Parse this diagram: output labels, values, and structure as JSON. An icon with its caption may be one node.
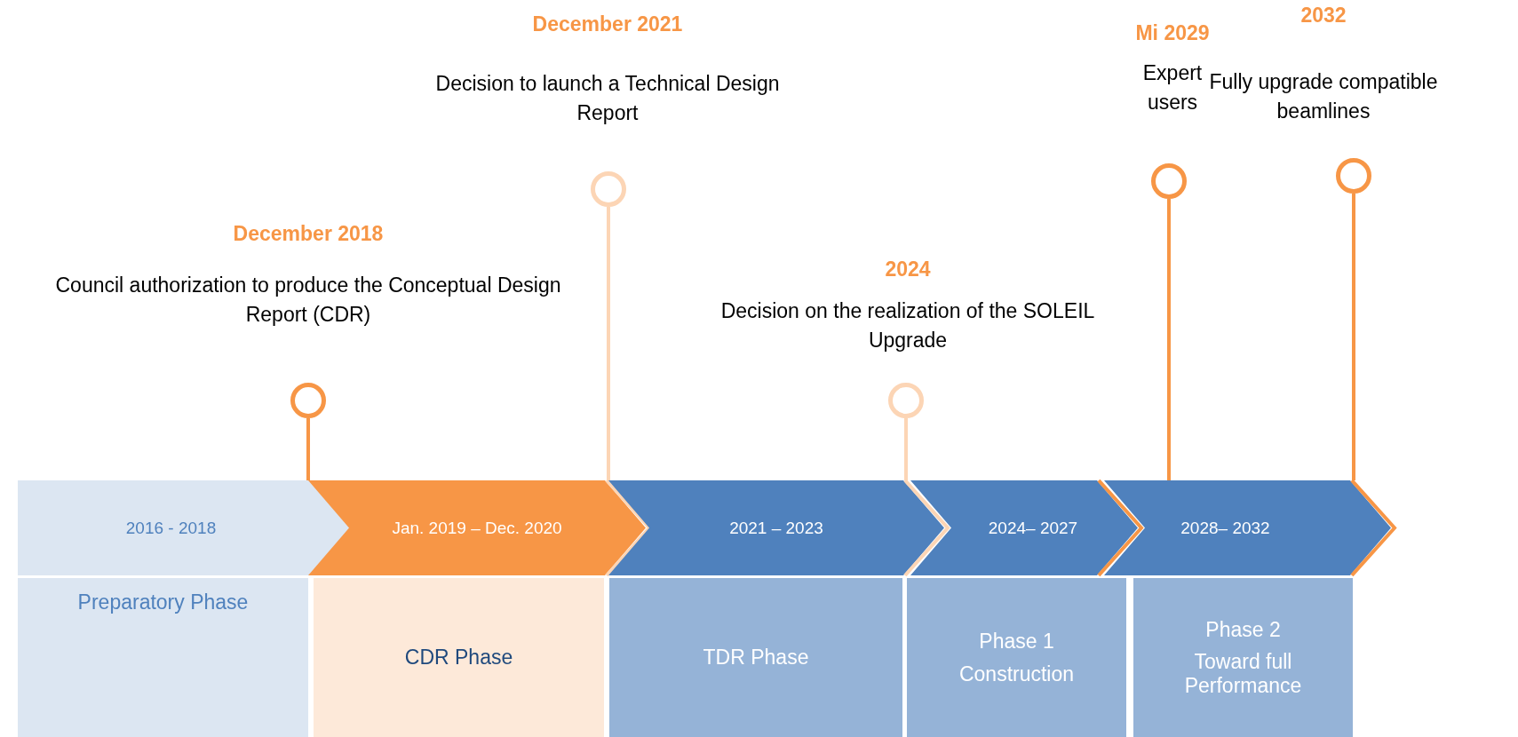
{
  "diagram": {
    "nodes": [
      {
        "text": [
          "2016 - 2018"
        ]
      },
      {
        "text": [
          "Jan. 2019 – Dec. 2020"
        ]
      },
      {
        "text": [
          "2021 – 2023"
        ]
      },
      {
        "text": [
          "2024– 2027"
        ]
      },
      {
        "text": [
          "2028– 2032"
        ]
      },
      {
        "text": [
          "Preparatory Phase"
        ]
      },
      {
        "text": [
          "CDR Phase"
        ]
      },
      {
        "text": [
          "TDR Phase"
        ]
      },
      {
        "text": [
          "Phase 1",
          "Construction"
        ]
      },
      {
        "text": [
          "Phase 2",
          "Toward full Performance"
        ]
      },
      {
        "text": [],
        "shape": "circle",
        "beside": [
          "December 2018",
          "Council authorization to produce the Conceptual Design Report (CDR)"
        ]
      },
      {
        "text": [],
        "shape": "circle",
        "beside": [
          "December 2021",
          "Decision to launch a Technical Design Report"
        ]
      },
      {
        "text": [],
        "shape": "circle",
        "beside": [
          "2024",
          "Decision on the realization of the SOLEIL Upgrade"
        ]
      },
      {
        "text": [],
        "shape": "circle",
        "beside": [
          "Mi 2029",
          "Expert users"
        ]
      },
      {
        "text": [],
        "shape": "circle",
        "beside": [
          "2032",
          "Fully upgrade compatible beamlines"
        ]
      }
    ],
    "edges": [
      {
        "from": 10,
        "to": 1,
        "arrow": "none"
      },
      {
        "from": 11,
        "to": 2,
        "arrow": "none",
        "color": "#fcd5b5"
      },
      {
        "from": 12,
        "to": 3,
        "arrow": "none",
        "color": "#fcd5b5"
      },
      {
        "from": 13,
        "to": 4,
        "arrow": "none"
      },
      {
        "from": 14,
        "to": 4,
        "arrow": "none"
      }
    ]
  }
}
